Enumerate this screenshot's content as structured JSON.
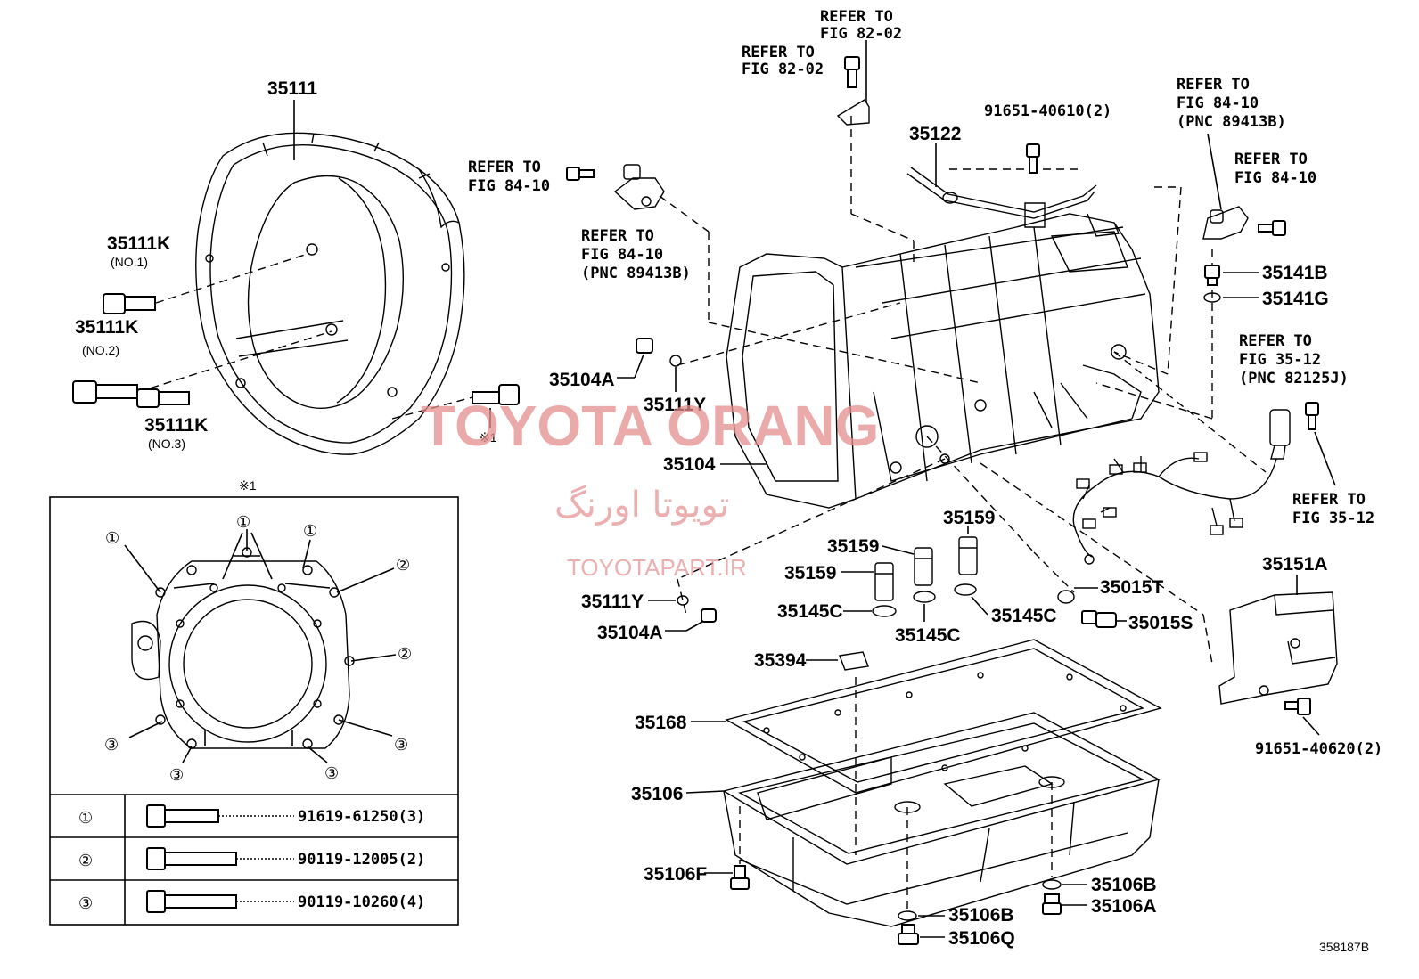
{
  "diagram_id": "358187B",
  "watermarks": {
    "brand": "TOYOTA ORANG",
    "persian": "تویوتا اورنگ",
    "site": "TOYOTAPART.IR"
  },
  "parts": {
    "p35111": "35111",
    "p35111k_1": "35111K",
    "p35111k_1_sub": "(NO.1)",
    "p35111k_2": "35111K",
    "p35111k_2_sub": "(NO.2)",
    "p35111k_3": "35111K",
    "p35111k_3_sub": "(NO.3)",
    "note_mark": "※1",
    "p35104a_top": "35104A",
    "p35111y_top": "35111Y",
    "p35104": "35104",
    "p35122": "35122",
    "p91651_40610": "91651-40610(2)",
    "p35141b": "35141B",
    "p35141g": "35141G",
    "p35159_a": "35159",
    "p35159_b": "35159",
    "p35159_c": "35159",
    "p35111y_bot": "35111Y",
    "p35104a_bot": "35104A",
    "p35145c_a": "35145C",
    "p35145c_b": "35145C",
    "p35145c_c": "35145C",
    "p35015t": "35015T",
    "p35015s": "35015S",
    "p35151a": "35151A",
    "p91651_40620": "91651-40620(2)",
    "p35394": "35394",
    "p35168": "35168",
    "p35106": "35106",
    "p35106f": "35106F",
    "p35106b_r": "35106B",
    "p35106a": "35106A",
    "p35106b_b": "35106B",
    "p35106q": "35106Q"
  },
  "refs": {
    "r1_l1": "REFER TO",
    "r1_l2": "FIG 82-02",
    "r2_l1": "REFER TO",
    "r2_l2": "FIG 82-02",
    "r3_l1": "REFER TO",
    "r3_l2": "FIG 84-10",
    "r4_l1": "REFER TO",
    "r4_l2": "FIG 84-10",
    "r4_l3": "(PNC 89413B)",
    "r5_l1": "REFER TO",
    "r5_l2": "FIG 84-10",
    "r5_l3": "(PNC 89413B)",
    "r6_l1": "REFER TO",
    "r6_l2": "FIG 84-10",
    "r7_l1": "REFER TO",
    "r7_l2": "FIG 35-12",
    "r7_l3": "(PNC 82125J)",
    "r8_l1": "REFER TO",
    "r8_l2": "FIG 35-12"
  },
  "detail": {
    "title": "※1",
    "markers": [
      "①",
      "②",
      "③"
    ],
    "table": [
      {
        "mark": "①",
        "part": "91619-61250(3)"
      },
      {
        "mark": "②",
        "part": "90119-12005(2)"
      },
      {
        "mark": "③",
        "part": "90119-10260(4)"
      }
    ]
  }
}
